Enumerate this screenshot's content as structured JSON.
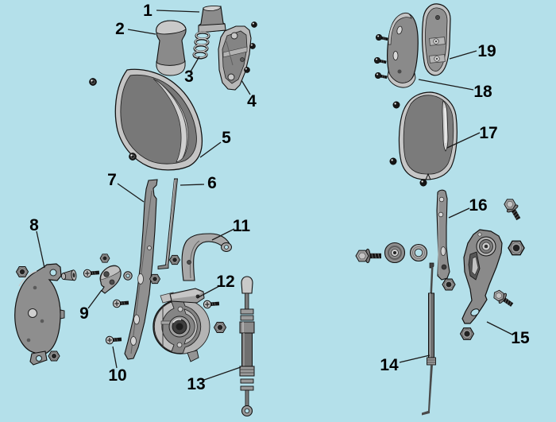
{
  "diagram": {
    "type": "exploded-parts-diagram",
    "background_color": "#b4e0ea",
    "outline_color": "#1a1a1a",
    "part_color": "#8f8f8f",
    "highlight_color": "#c8c8c8",
    "fastener_color": "#161616",
    "callout_font_color": "#000000",
    "callouts": [
      "1",
      "2",
      "3",
      "4",
      "5",
      "6",
      "7",
      "8",
      "9",
      "10",
      "11",
      "12",
      "13",
      "14",
      "15",
      "16",
      "17",
      "18",
      "19"
    ]
  }
}
